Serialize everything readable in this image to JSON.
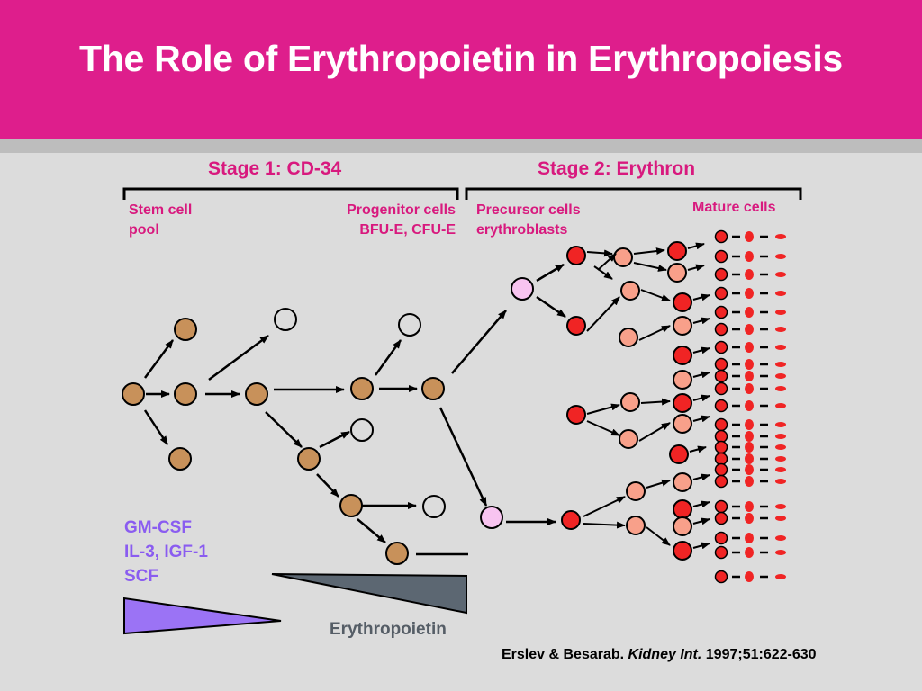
{
  "title": "The Role of Erythropoietin in Erythropoiesis",
  "stages": {
    "stage1": "Stage 1: CD-34",
    "stage2": "Stage 2: Erythron"
  },
  "labels": {
    "stem_line1": "Stem cell",
    "stem_line2": "pool",
    "progenitor_line1": "Progenitor cells",
    "progenitor_line2": "BFU-E, CFU-E",
    "precursor_line1": "Precursor cells",
    "precursor_line2": "erythroblasts",
    "mature": "Mature cells"
  },
  "growth_factors": [
    "GM-CSF",
    "IL-3, IGF-1",
    "SCF"
  ],
  "epo_label": "Erythropoietin",
  "citation": {
    "authors": "Erslev & Besarab.",
    "journal": "Kidney Int.",
    "ref": "1997;51:622-630"
  },
  "colors": {
    "header": "#de1e8c",
    "stage_text": "#d8197e",
    "stem_cell": "#c8915a",
    "precursor": "#f8c4f0",
    "cell_red": "#f02424",
    "cell_salmon": "#f8a08a",
    "factor_wedge": "#9b73f5",
    "epo_wedge": "#5c6772"
  }
}
